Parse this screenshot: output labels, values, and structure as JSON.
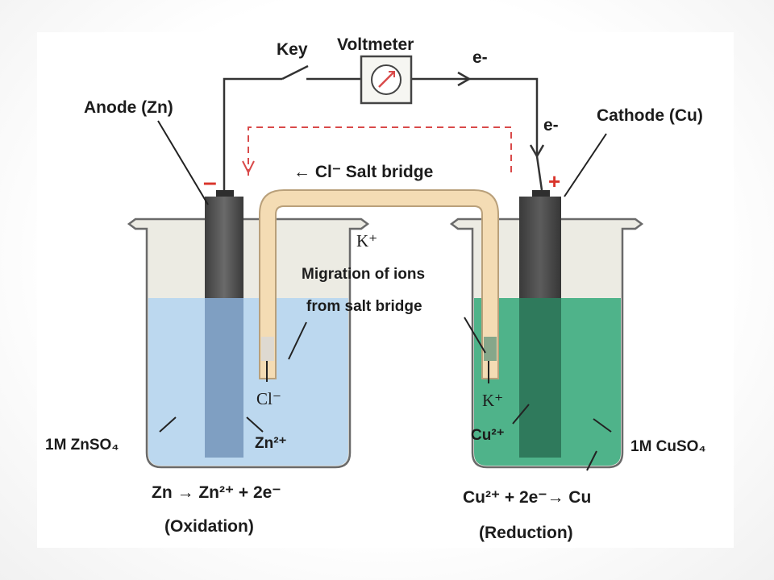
{
  "labels": {
    "key": "Key",
    "voltmeter": "Voltmeter",
    "electron_top": "e-",
    "electron_side": "e-",
    "anode": "Anode (Zn)",
    "cathode": "Cathode (Cu)",
    "minus_sign": "–",
    "plus_sign": "+",
    "salt_bridge": "← Cl⁻ Salt bridge",
    "k_plus_top": "K⁺",
    "migration_line1": "Migration of ions",
    "migration_line2": "from salt bridge",
    "cl_minus": "Cl⁻",
    "k_plus_bottom": "K⁺",
    "zn2plus": "Zn²⁺",
    "cu2plus": "Cu²⁺",
    "znso4": "1M ZnSO₄",
    "cuso4": "1M CuSO₄",
    "oxidation_eq": "Zn → Zn²⁺ + 2e⁻",
    "oxidation": "(Oxidation)",
    "reduction_eq": "Cu²⁺ + 2e⁻→ Cu",
    "reduction": "(Reduction)"
  },
  "colors": {
    "znso4_solution": "#bcd8ef",
    "cuso4_solution": "#4fb38a",
    "beaker_glass": "#ecebe3",
    "salt_bridge": "#f4dcb4",
    "zinc_electrode": "#555555",
    "copper_electrode": "#4a4a4a",
    "dashed_path": "#d94a4a",
    "wire": "#333333"
  }
}
